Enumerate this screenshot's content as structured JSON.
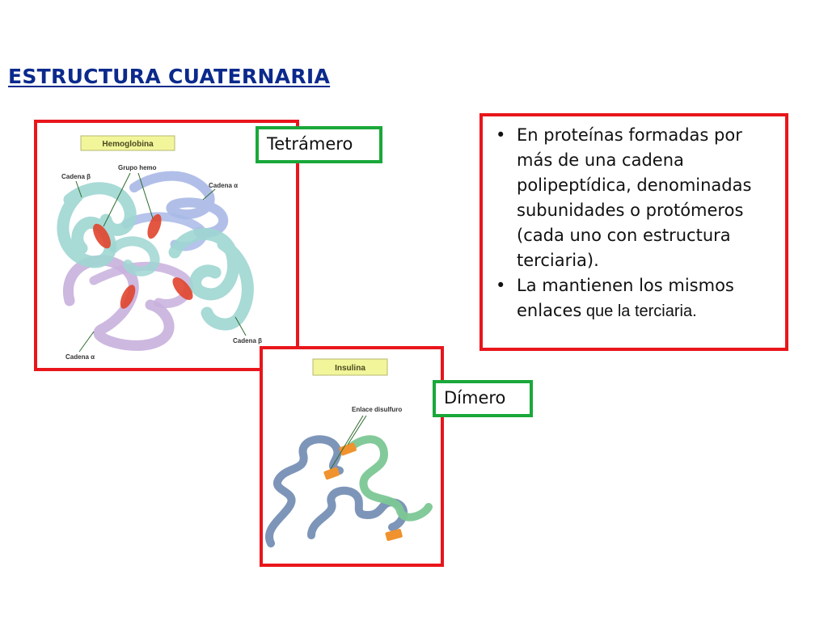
{
  "slide": {
    "title": "ESTRUCTURA CUATERNARIA",
    "hemoglobin_panel": {
      "header": "Hemoglobina",
      "labels": {
        "beta_top": "Cadena β",
        "heme_group": "Grupo hemo",
        "alpha_top": "Cadena α",
        "beta_bottom": "Cadena β",
        "alpha_bottom": "Cadena α"
      }
    },
    "tetramer_tag": "Tetrámero",
    "insulin_panel": {
      "header": "Insulina",
      "labels": {
        "disulfide_bond": "Enlace disulfuro"
      }
    },
    "dimer_tag": "Dímero",
    "description": {
      "bullet_glyph": "•",
      "bullet_1": "En proteínas formadas por más de una cadena polipeptídica, denominadas subunidades o protómeros (cada uno con estructura terciaria).",
      "bullet_2_part_1": "La mantienen los mismos enlaces",
      "bullet_2_part_2": " que la terciaria."
    },
    "colors": {
      "title": "#0b2a8c",
      "red_frame": "#e8161b",
      "green_frame": "#19a83a",
      "header_fill": "#f2f59a",
      "beta_chain": "#9fd6d2",
      "alpha_chain": "#c8b0dd",
      "blue_chain": "#a9b8e6",
      "heme": "#e0442c",
      "insulin_blue": "#7d95b8",
      "insulin_green": "#7cc795",
      "disulfide": "#f0922e"
    }
  }
}
